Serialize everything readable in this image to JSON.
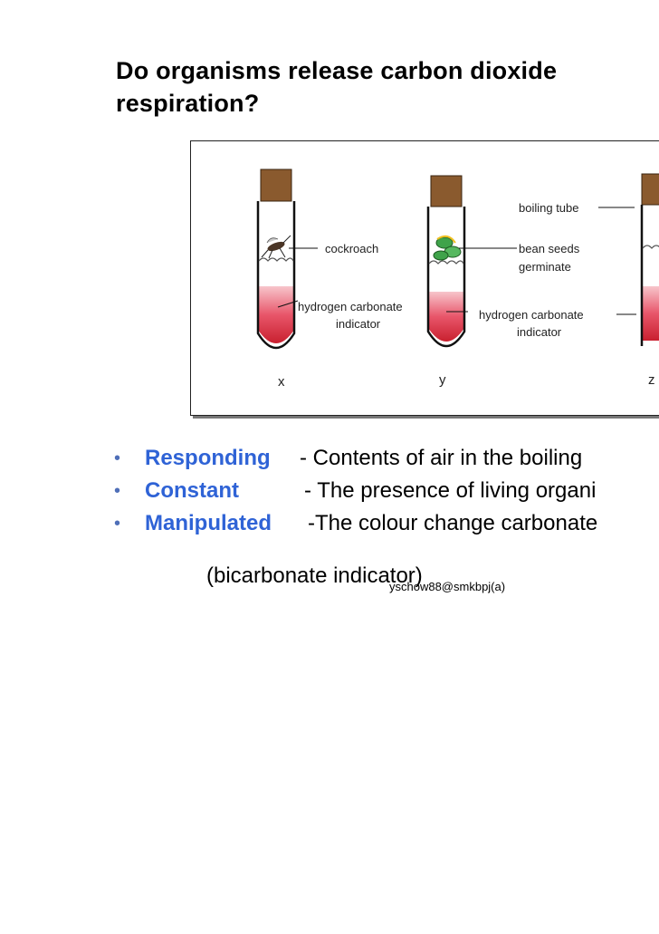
{
  "slide": {
    "title_line1": "Do organisms release carbon dioxide",
    "title_line2": "respiration?"
  },
  "figure": {
    "tubes": [
      {
        "letter": "x"
      },
      {
        "letter": "y"
      },
      {
        "letter": "z"
      }
    ],
    "labels": {
      "cockroach": "cockroach",
      "hci_x_line1": "hydrogen carbonate",
      "hci_x_line2": "indicator",
      "boiling_tube": "boiling tube",
      "bean_line1": "bean seeds",
      "bean_line2": "germinate",
      "hci_y_line1": "hydrogen carbonate",
      "hci_y_line2": "indicator"
    },
    "colors": {
      "indicator": "#d9364a",
      "cork": "#8a5a2e",
      "seed": "#3fa34a"
    }
  },
  "bullets": [
    {
      "keyword": "Responding",
      "text": " - Contents of air in the boiling"
    },
    {
      "keyword": "Constant",
      "text": "- The presence of living organi"
    },
    {
      "keyword": "Manipulated",
      "text": "-The colour change carbonate"
    }
  ],
  "bullet_continuation": "(bicarbonate indicator)",
  "footer": "yschow88@smkbpj(a)"
}
